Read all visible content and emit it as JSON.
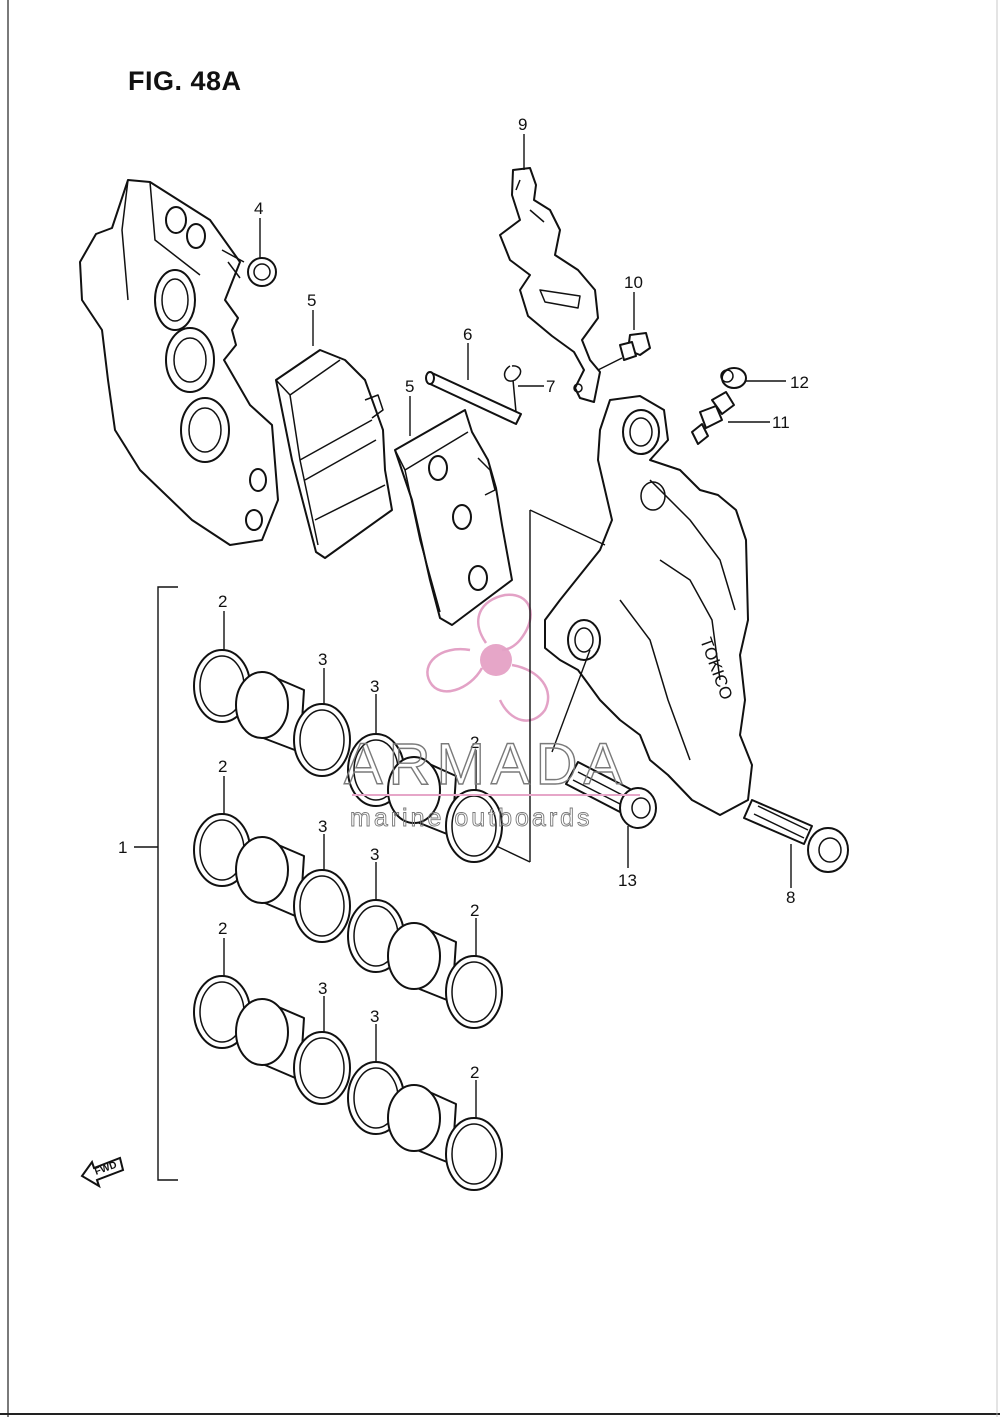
{
  "figure": {
    "title": "FIG. 48A"
  },
  "callouts": [
    {
      "id": "1",
      "text": "1"
    },
    {
      "id": "2a",
      "text": "2"
    },
    {
      "id": "2b",
      "text": "2"
    },
    {
      "id": "2c",
      "text": "2"
    },
    {
      "id": "2d",
      "text": "2"
    },
    {
      "id": "2e",
      "text": "2"
    },
    {
      "id": "2f",
      "text": "2"
    },
    {
      "id": "3a",
      "text": "3"
    },
    {
      "id": "3b",
      "text": "3"
    },
    {
      "id": "3c",
      "text": "3"
    },
    {
      "id": "3d",
      "text": "3"
    },
    {
      "id": "3e",
      "text": "3"
    },
    {
      "id": "3f",
      "text": "3"
    },
    {
      "id": "4",
      "text": "4"
    },
    {
      "id": "5a",
      "text": "5"
    },
    {
      "id": "5b",
      "text": "5"
    },
    {
      "id": "6",
      "text": "6"
    },
    {
      "id": "7",
      "text": "7"
    },
    {
      "id": "8",
      "text": "8"
    },
    {
      "id": "9",
      "text": "9"
    },
    {
      "id": "10",
      "text": "10"
    },
    {
      "id": "11",
      "text": "11"
    },
    {
      "id": "12",
      "text": "12"
    },
    {
      "id": "13",
      "text": "13"
    }
  ],
  "caliper_marking": "TOKICO",
  "direction_arrow": {
    "text": "FWD",
    "icon": "arrow-left-icon"
  },
  "watermark": {
    "title": "ARMADA",
    "subtitle": "marine outboards",
    "logo": "propeller-logo",
    "color": "#e6a6c8"
  }
}
